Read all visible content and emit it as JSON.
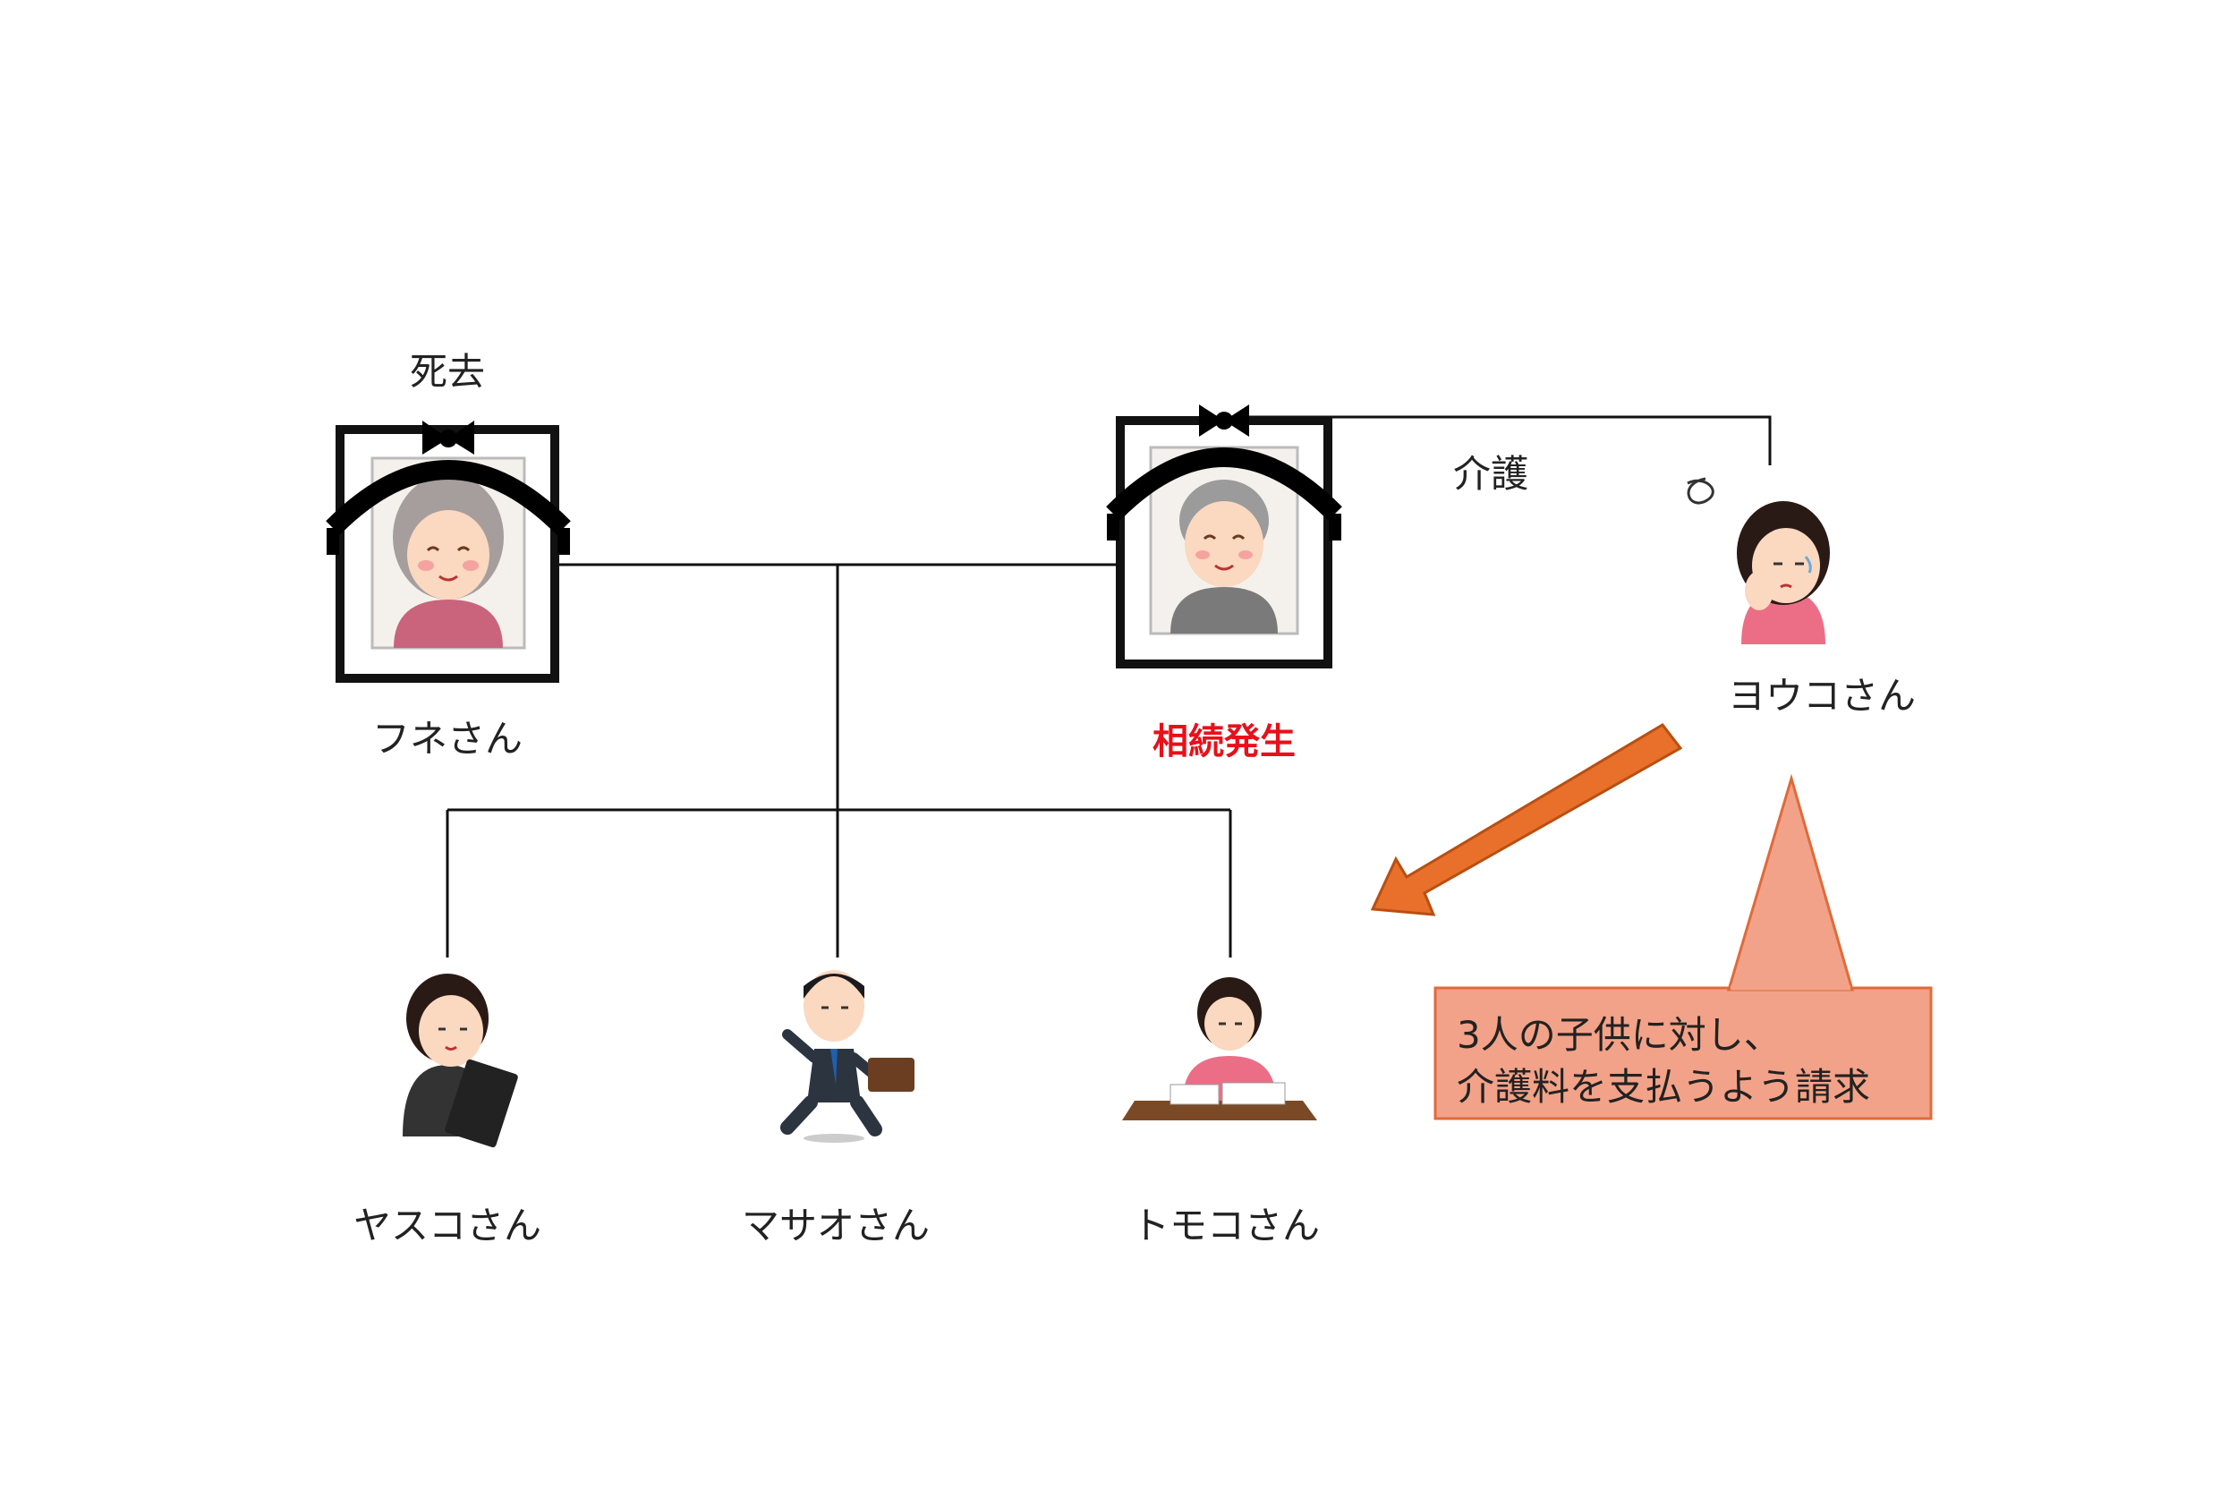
{
  "people": {
    "fune": "フネさん",
    "yasuko": "ヤスコさん",
    "masao": "マサオさん",
    "tomoko": "トモコさん",
    "youko": "ヨウコさん"
  },
  "labels": {
    "deceased": "死去",
    "inheritance": "相続発生",
    "care": "介護"
  },
  "callout": {
    "line1": "3人の子供に対し、",
    "line2": "介護料を支払うよう請求"
  },
  "colors": {
    "arrow": "#e8702a",
    "arrow_edge": "#b84f12",
    "callout_fill": "#f2a288",
    "callout_edge": "#e06a3a",
    "inheritance_text": "#e8101a"
  }
}
